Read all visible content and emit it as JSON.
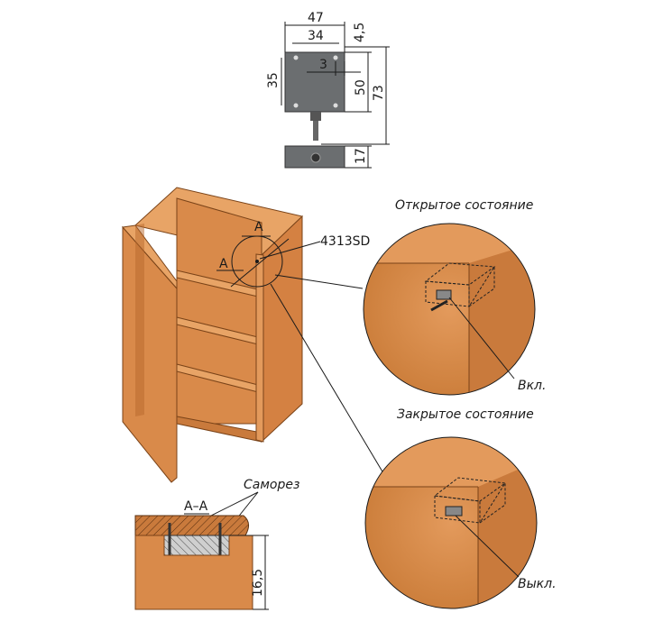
{
  "dimensions": {
    "d47": "47",
    "d34": "34",
    "d4_5": "4,5",
    "d3": "3",
    "d35": "35",
    "d50": "50",
    "d73": "73",
    "d17": "17",
    "d16_5": "16,5"
  },
  "labels": {
    "model": "4313SD",
    "section_a_top": "A",
    "section_a_left": "A",
    "section_view": "A–A",
    "screw": "Саморез",
    "open_state": "Открытое состояние",
    "closed_state": "Закрытое состояние",
    "switch_on": "Вкл.",
    "switch_off": "Выкл."
  },
  "colors": {
    "wood": "#d98a4a",
    "wood_dark": "#b8672b",
    "wood_light": "#e8a466",
    "device": "#6b6e70",
    "line": "#1a1a1a"
  }
}
